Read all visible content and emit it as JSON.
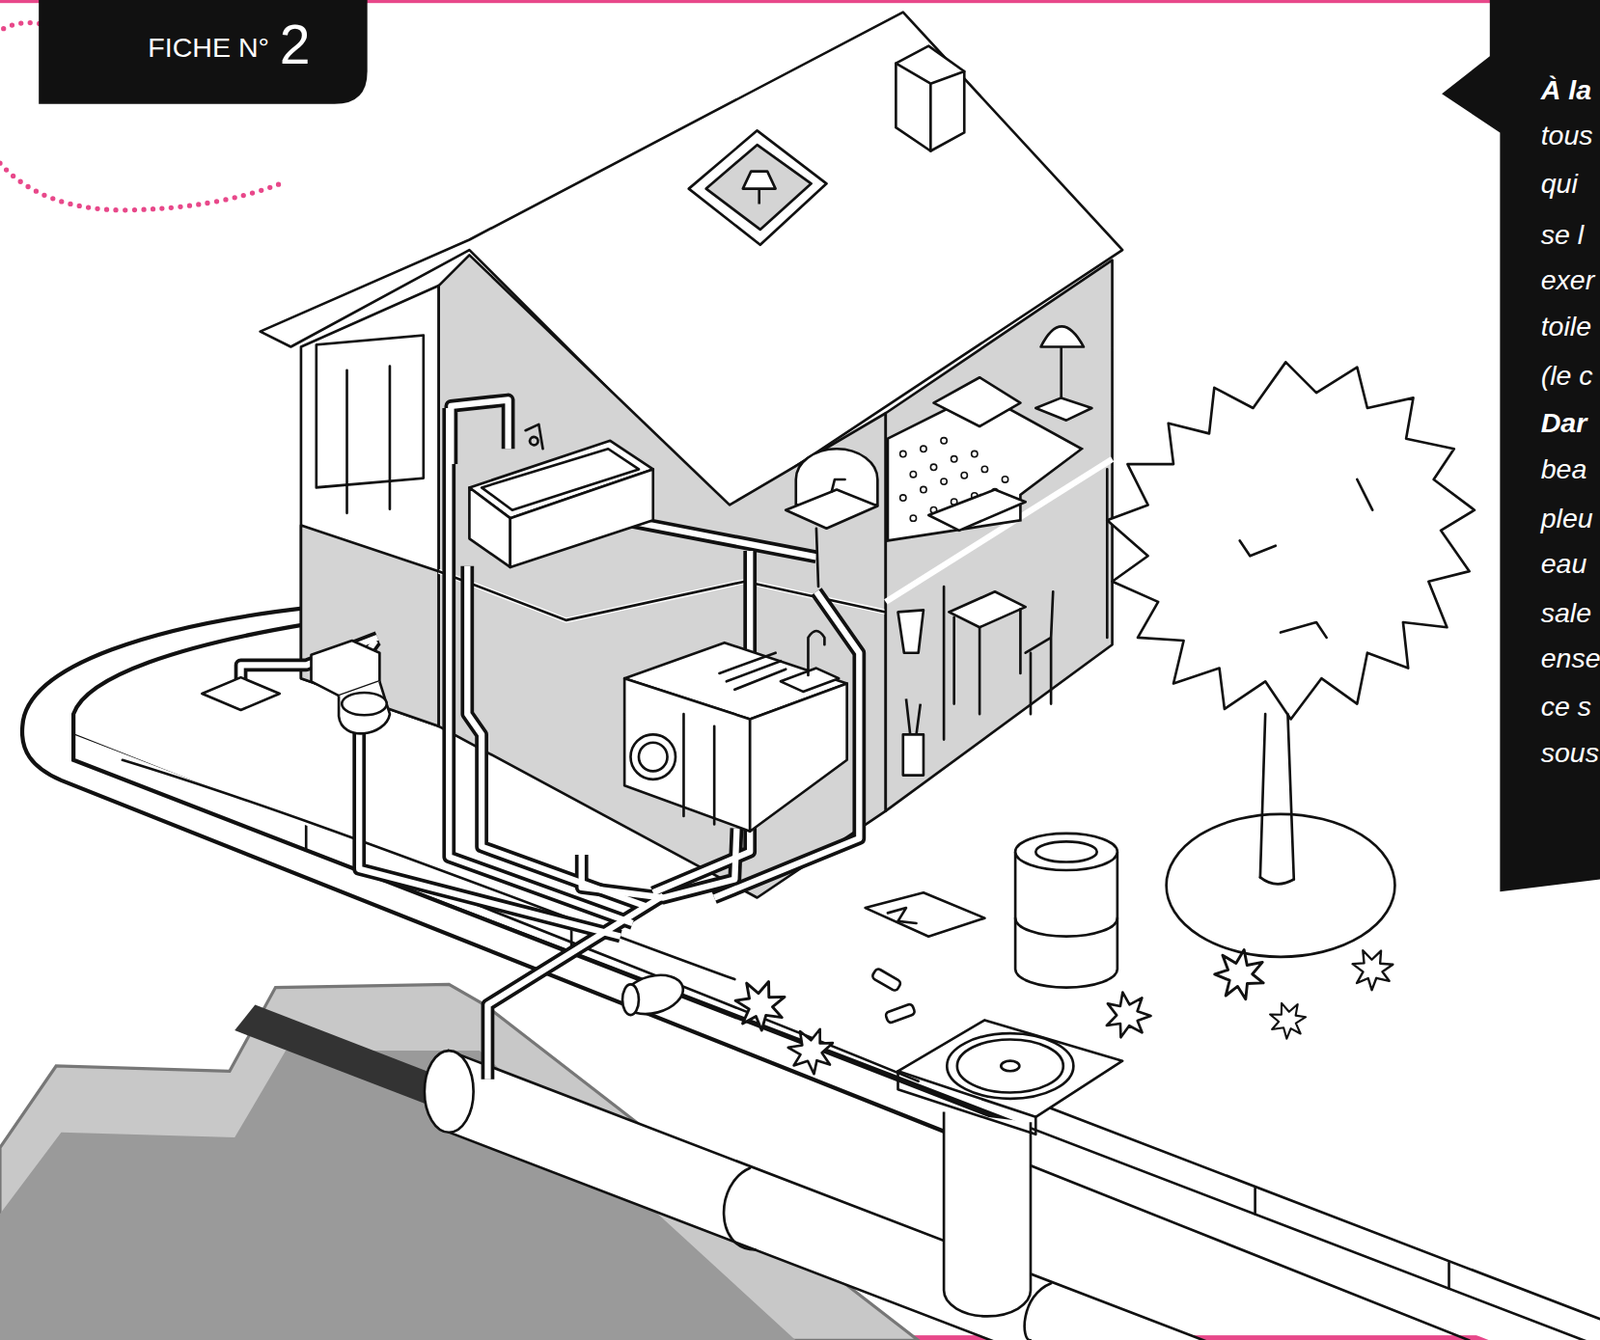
{
  "diagram": {
    "nodes": [
      {
        "text": [
          "FICHE N°",
          "2"
        ]
      },
      {
        "text": [
          "À la",
          "tous",
          "qui",
          "se l",
          "exer",
          "toile",
          "(le c",
          "Dar",
          "bea",
          "pleu",
          "eau",
          "sale",
          "ense",
          "ce s",
          "sous"
        ]
      }
    ]
  }
}
